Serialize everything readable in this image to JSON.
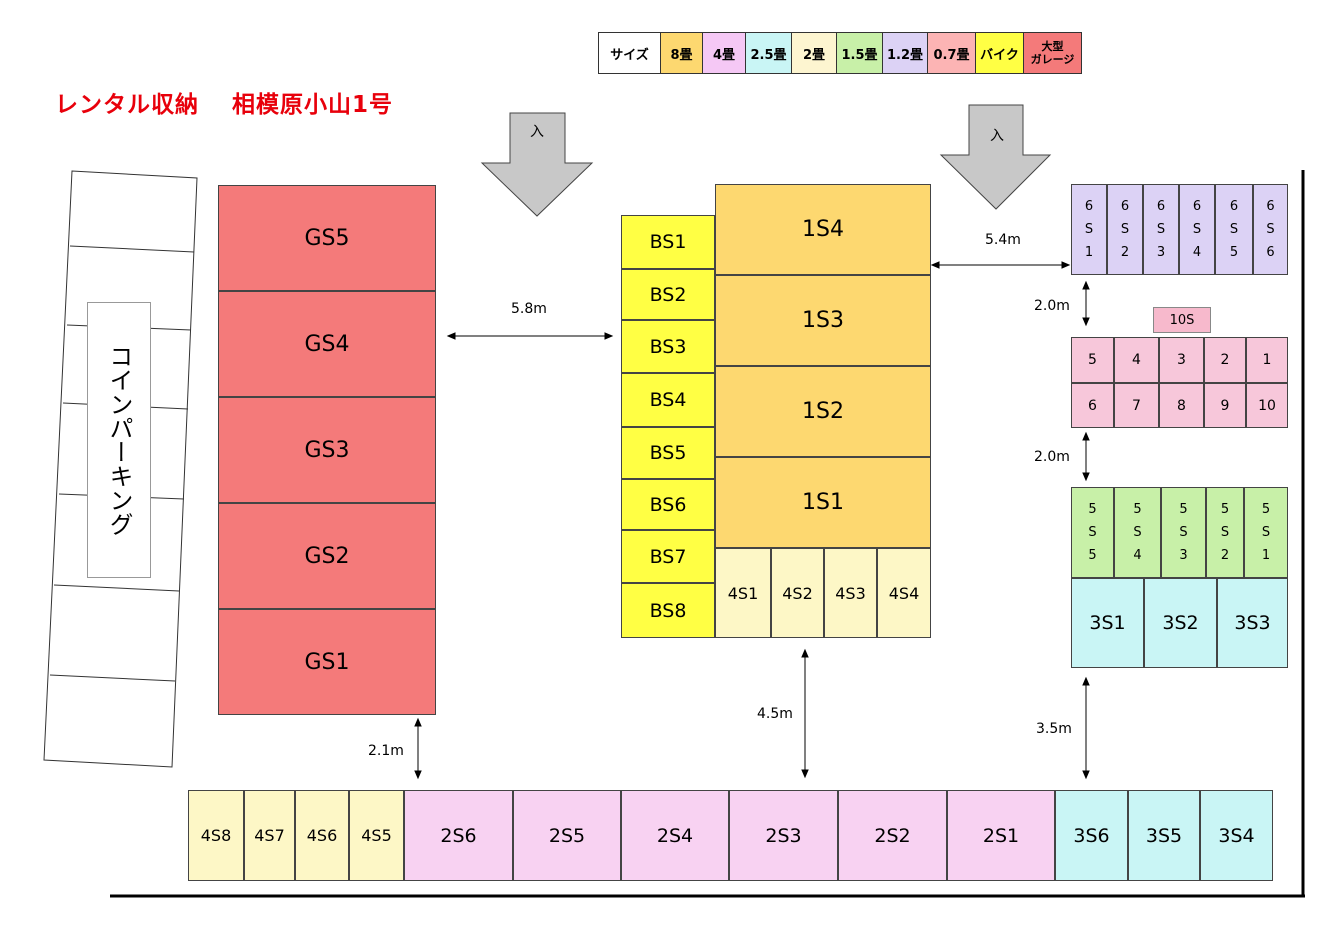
{
  "title": "レンタル収納　 相模原小山1号",
  "legend": [
    {
      "label": "サイズ",
      "color": "#ffffff"
    },
    {
      "label": "8畳",
      "color": "#fdd870"
    },
    {
      "label": "4畳",
      "color": "#f5c8f5"
    },
    {
      "label": "2.5畳",
      "color": "#c9f5f5"
    },
    {
      "label": "2畳",
      "color": "#fdf5d0"
    },
    {
      "label": "1.5畳",
      "color": "#c8f0a8"
    },
    {
      "label": "1.2畳",
      "color": "#dcd2f5"
    },
    {
      "label": "0.7畳",
      "color": "#fcb4b4"
    },
    {
      "label": "バイク",
      "color": "#ffff44"
    },
    {
      "label": "大型\nガレージ",
      "color": "#f47a7a"
    }
  ],
  "entrance_label": "入",
  "parking_label": "コインパーキング",
  "tag_10s": "10S",
  "dimensions": {
    "d58": "5.8m",
    "d54": "5.4m",
    "d20a": "2.0m",
    "d20b": "2.0m",
    "d21": "2.1m",
    "d45": "4.5m",
    "d35": "3.5m"
  },
  "units": {
    "gs": [
      "GS5",
      "GS4",
      "GS3",
      "GS2",
      "GS1"
    ],
    "bs": [
      "BS1",
      "BS2",
      "BS3",
      "BS4",
      "BS5",
      "BS6",
      "BS7",
      "BS8"
    ],
    "s1": [
      "1S4",
      "1S3",
      "1S2",
      "1S1"
    ],
    "s4top": [
      "4S1",
      "4S2",
      "4S3",
      "4S4"
    ],
    "s6": [
      [
        "6",
        "S",
        "1"
      ],
      [
        "6",
        "S",
        "2"
      ],
      [
        "6",
        "S",
        "3"
      ],
      [
        "6",
        "S",
        "4"
      ],
      [
        "6",
        "S",
        "5"
      ],
      [
        "6",
        "S",
        "6"
      ]
    ],
    "s10_top": [
      "5",
      "4",
      "3",
      "2",
      "1"
    ],
    "s10_bottom": [
      "6",
      "7",
      "8",
      "9",
      "10"
    ],
    "s5": [
      [
        "5",
        "S",
        "5"
      ],
      [
        "5",
        "S",
        "4"
      ],
      [
        "5",
        "S",
        "3"
      ],
      [
        "5",
        "S",
        "2"
      ],
      [
        "5",
        "S",
        "1"
      ]
    ],
    "s3right": [
      "3S1",
      "3S2",
      "3S3"
    ],
    "bottom_4s": [
      "4S8",
      "4S7",
      "4S6",
      "4S5"
    ],
    "bottom_2s": [
      "2S6",
      "2S5",
      "2S4",
      "2S3",
      "2S2",
      "2S1"
    ],
    "bottom_3s": [
      "3S6",
      "3S5",
      "3S4"
    ]
  },
  "colors": {
    "gs": "#f47a7a",
    "bs": "#ffff44",
    "s1": "#fdd870",
    "s4": "#fdf7c6",
    "s6": "#dcd2f5",
    "s10": "#f7c7da",
    "s5": "#c8f0a8",
    "s3": "#c9f5f5",
    "s2": "#f8d2f2"
  }
}
